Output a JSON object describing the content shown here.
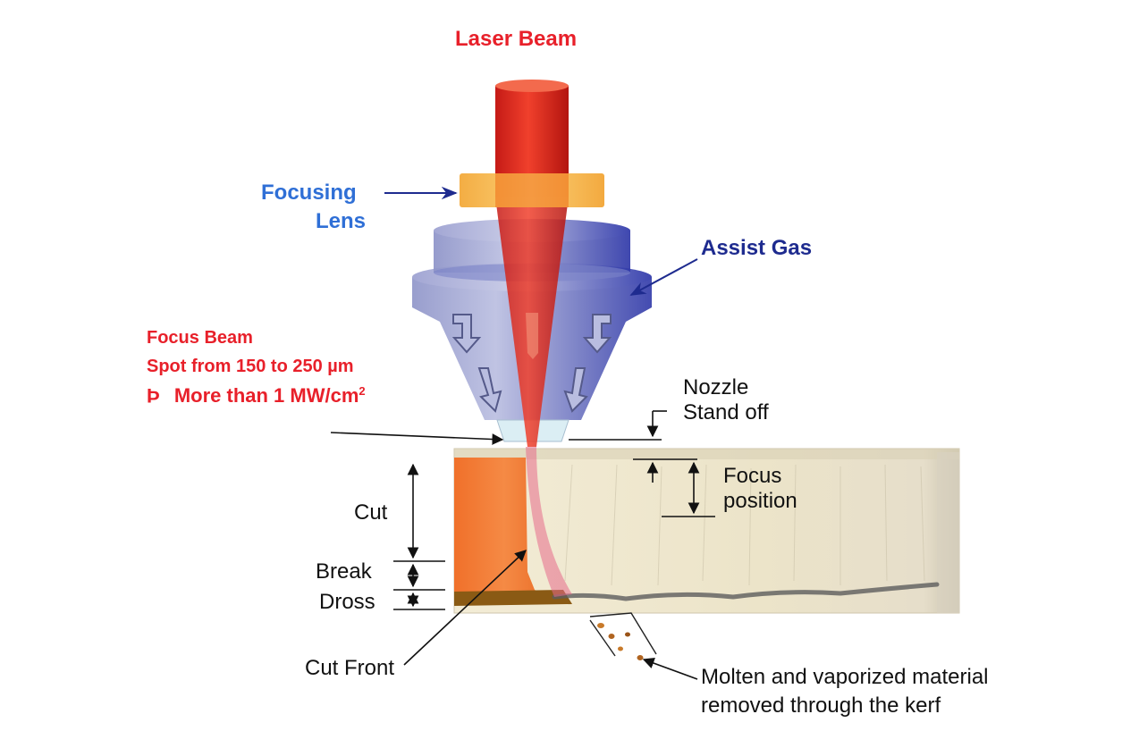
{
  "labels": {
    "laser_beam": "Laser Beam",
    "focusing_lens_line1": "Focusing",
    "focusing_lens_line2": "Lens",
    "assist_gas": "Assist Gas",
    "focus_beam_line1": "Focus Beam",
    "focus_beam_line2": "Spot from 150 to 250 µm",
    "focus_beam_line3_symbol": "Þ",
    "focus_beam_line3": "More than 1 MW/cm",
    "focus_beam_line3_sup": "2",
    "nozzle_line1": "Nozzle",
    "nozzle_line2": "Stand off",
    "focus_position_line1": "Focus",
    "focus_position_line2": "position",
    "cut": "Cut",
    "break": "Break",
    "dross": "Dross",
    "cut_front": "Cut Front",
    "molten_line1": "Molten and vaporized material",
    "molten_line2": "removed through the kerf"
  },
  "colors": {
    "laser_red": "#e8202a",
    "lens_blue": "#2f6fd6",
    "gas_navy": "#1e2b8f",
    "lens_amber": "#f6b84a",
    "nozzle_blue": "#6f78c8",
    "cut_orange": "#f07a3a",
    "workpiece_cream": "#efe8d2"
  }
}
